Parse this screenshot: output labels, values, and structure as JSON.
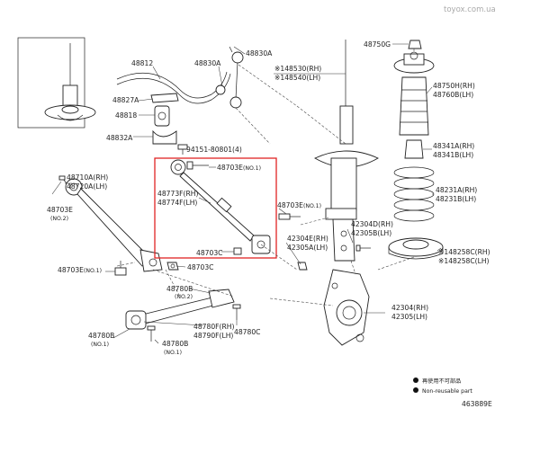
{
  "watermark": "toyox.com.ua",
  "diagram_id": "463889E",
  "legend": {
    "line1": "再使用不可部品",
    "line2": "Non-reusable part"
  },
  "labels": {
    "p48812": "48812",
    "p48830A": "48830A",
    "p48830A_top": "48830A",
    "p48827A": "48827A",
    "p48818": "48818",
    "p48832A": "48832A",
    "p94151": "94151-80801(4)",
    "p48530": "※148530(RH)",
    "p48540": "※148540(LH)",
    "p48750G": "48750G",
    "p48750H": "48750H(RH)",
    "p48760B": "48760B(LH)",
    "p48341A": "48341A(RH)",
    "p48341B": "48341B(LH)",
    "p48231A": "48231A(RH)",
    "p48231B": "48231B(LH)",
    "p48258C_rh": "※148258C(RH)",
    "p48258C_lh": "※148258C(LH)",
    "p48710A": "48710A(RH)",
    "p48720A": "48720A(LH)",
    "p48703E_no2": "48703E",
    "no2_a": "(NO.2)",
    "p48703E_no1_bottom": "48703E",
    "no1_a": "(NO.1)",
    "p48703C_bottom": "48703C",
    "p48703E_no1_box": "48703E",
    "no1_b": "(NO.1)",
    "p48773F": "48773F(RH)",
    "p48774F": "48774F(LH)",
    "p48703C_box": "48703C",
    "p48703E_no1_right": "48703E",
    "no1_c": "(NO.1)",
    "p42304D": "42304D(RH)",
    "p42305B": "42305B(LH)",
    "p42304E": "42304E(RH)",
    "p42305A": "42305A(LH)",
    "p48780B_no2": "48780B",
    "no2_b": "(NO.2)",
    "p48780F": "48780F(RH)",
    "p48790F": "48790F(LH)",
    "p48780C": "48780C",
    "p48780B_no1": "48780B",
    "no1_d": "(NO.1)",
    "p48780B_bottom": "48780B",
    "no1_e": "(NO.1)",
    "p42304": "42304(RH)",
    "p42305": "42305(LH)"
  }
}
